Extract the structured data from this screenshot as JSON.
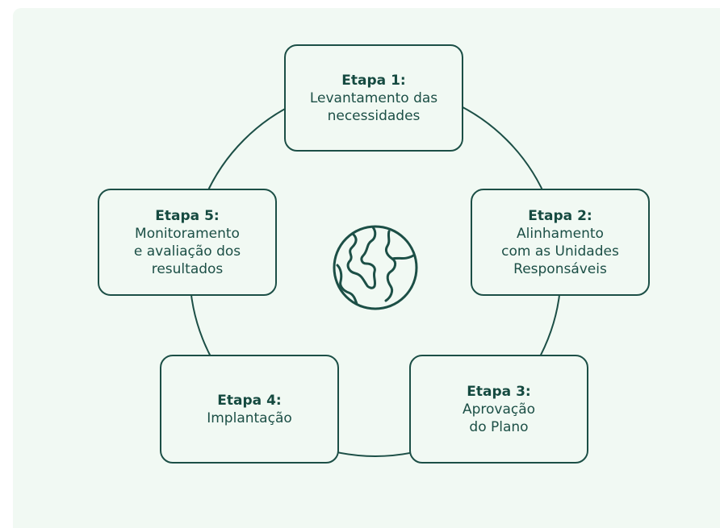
{
  "steps": [
    {
      "title": "Etapa 1:",
      "description": "Levantamento das\nnecessidades"
    },
    {
      "title": "Etapa 2:",
      "description": "Alinhamento\ncom as Unidades\nResponsáveis"
    },
    {
      "title": "Etapa 3:",
      "description": "Aprovação\ndo Plano"
    },
    {
      "title": "Etapa 4:",
      "description": "Implantação"
    },
    {
      "title": "Etapa 5:",
      "description": "Monitoramento\ne avaliação dos\nresultados"
    }
  ],
  "center_icon": "globe-icon",
  "colors": {
    "background": "#f1f9f3",
    "stroke": "#1c4f46",
    "text": "#1c4f46"
  }
}
